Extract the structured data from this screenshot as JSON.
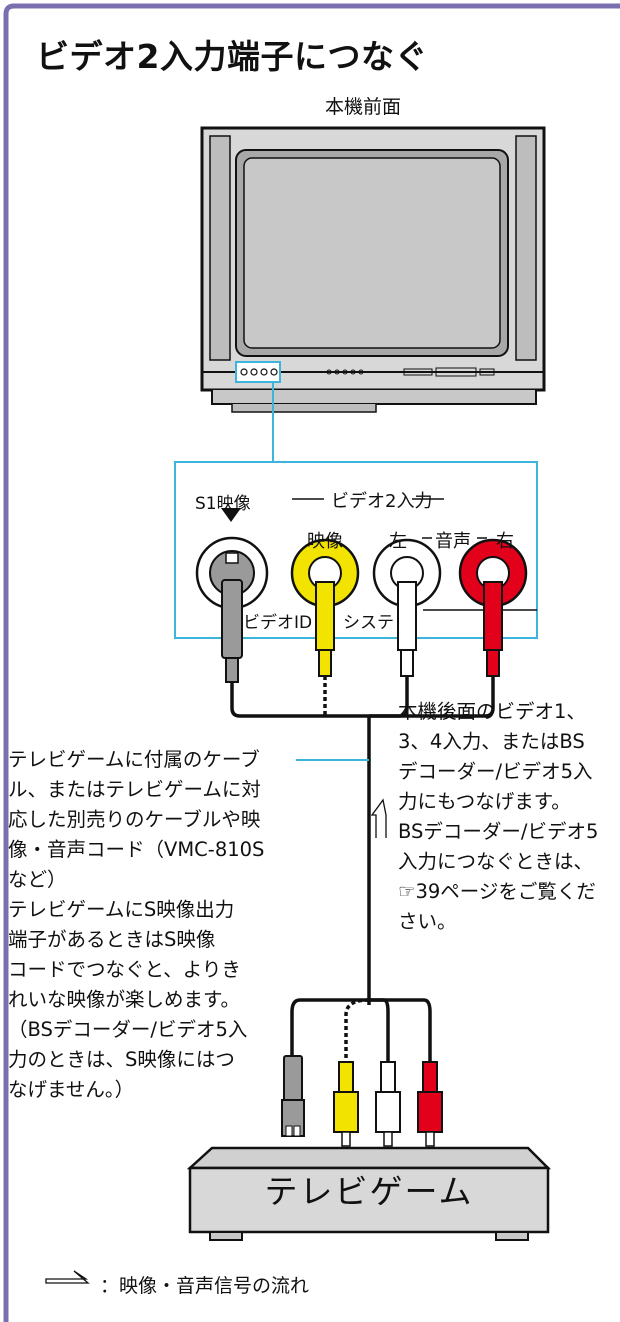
{
  "title": "ビデオ2入力端子につなぐ",
  "tv": {
    "label": "本機前面"
  },
  "jack_panel": {
    "s1_label": "S1映像",
    "group_label": "ビデオ2入力",
    "video_label": "映像",
    "left_label": "左",
    "audio_label": "音声",
    "right_label": "右",
    "sublabel_1": "ビデオID",
    "sublabel_2": "システ"
  },
  "note_left": [
    "テレビゲームに付属のケーブ",
    "ル、またはテレビゲームに対",
    "応した別売りのケーブルや映",
    "像・音声コード（VMC-810S",
    "など）",
    "テレビゲームにS映像出力",
    "端子があるときはS映像",
    "コードでつなぐと、よりき",
    "れいな映像が楽しめます。",
    "（BSデコーダー/ビデオ5入",
    "力のときは、S映像にはつ",
    "なげません。）"
  ],
  "note_right": [
    "本機後面のビデオ1、",
    "3、4入力、またはBS",
    "デコーダー/ビデオ5入",
    "力にもつなげます。",
    "BSデコーダー/ビデオ5",
    "入力につなぐときは、",
    "☞39ページをご覧くだ",
    "さい。"
  ],
  "game": {
    "label": "テレビゲーム"
  },
  "legend": {
    "text": "：映像・音声信号の流れ"
  },
  "colors": {
    "frame": "#7b6fb0",
    "panel": "#3cb4dc",
    "yellow": "#f2e300",
    "red": "#e2001b",
    "gray": "#9a9a9a",
    "cable": "#111111"
  }
}
